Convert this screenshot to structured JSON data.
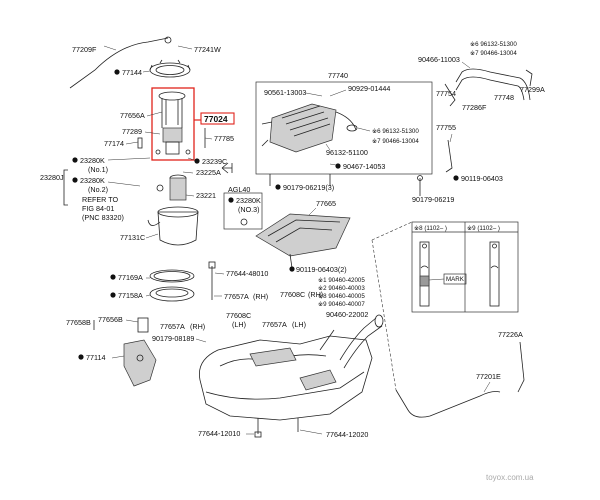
{
  "watermark": "toyox.com.ua",
  "highlight": {
    "part": "77024",
    "color": "#e0231b"
  },
  "labels": {
    "p77209F": "77209F",
    "p77241W": "77241W",
    "p77144": "77144",
    "p77656A": "77656A",
    "p77024": "77024",
    "p77785": "77785",
    "p77289": "77289",
    "p77174": "77174",
    "p23280K1": "23280K",
    "no1": "(No.1)",
    "p23239C": "23239C",
    "p23225A": "23225A",
    "p23280J": "23280J",
    "p23280K2": "23280K",
    "no2": "(No.2)",
    "p23221": "23221",
    "refer1": "REFER TO",
    "refer2": "FIG 84-01",
    "refer3": "(PNC 83320)",
    "p77131C": "77131C",
    "agl40": "AGL40",
    "p23280K3": "23280K",
    "no3": "(NO.3)",
    "p77740": "77740",
    "p90561": "90561-13003",
    "p90929": "90929-01444",
    "n6a": "※6 96132-51300",
    "n7a": "※7 90466-13004",
    "p96132_51100": "96132-51100",
    "p90467": "90467-14053",
    "p90179_06219_3": "90179-06219(3)",
    "p77665": "77665",
    "p90466_11003": "90466-11003",
    "n6b": "※6 96132-51300",
    "n7b": "※7 90466-13004",
    "p77754": "77754",
    "p77286F": "77286F",
    "p77748": "77748",
    "p77299A": "77299A",
    "p77755": "77755",
    "p90119_06403": "90119-06403",
    "p90179_06219": "90179-06219",
    "p90119_06403_2": "90119-06403(2)",
    "p77169A": "77169A",
    "p77158A": "77158A",
    "p77644_48010": "77644-48010",
    "p77657A_rh1": "77657A",
    "rh1": "(RH)",
    "p77608C_rh": "77608C",
    "rh2": "(RH)",
    "p77656B": "77656B",
    "p77658B": "77658B",
    "p77608C_lh": "77608C",
    "lh1": "(LH)",
    "p77657A_lh": "77657A",
    "lh2": "(LH)",
    "p77657A_rh2": "77657A",
    "rh3": "(RH)",
    "p90179_08189": "90179-08189",
    "p77114": "77114",
    "n1": "※1 90460-42005",
    "n2": "※2 90460-40003",
    "n8": "※8 90460-40005",
    "n9": "※9 90460-40007",
    "p90460_22002": "90460-22002",
    "p77226A": "77226A",
    "p77201E": "77201E",
    "p77644_12010": "77644-12010",
    "p77644_12020": "77644-12020",
    "inset_h1": "※8 (1102–   )",
    "inset_h2": "※9 (1102–   )",
    "mark": "MARK"
  }
}
